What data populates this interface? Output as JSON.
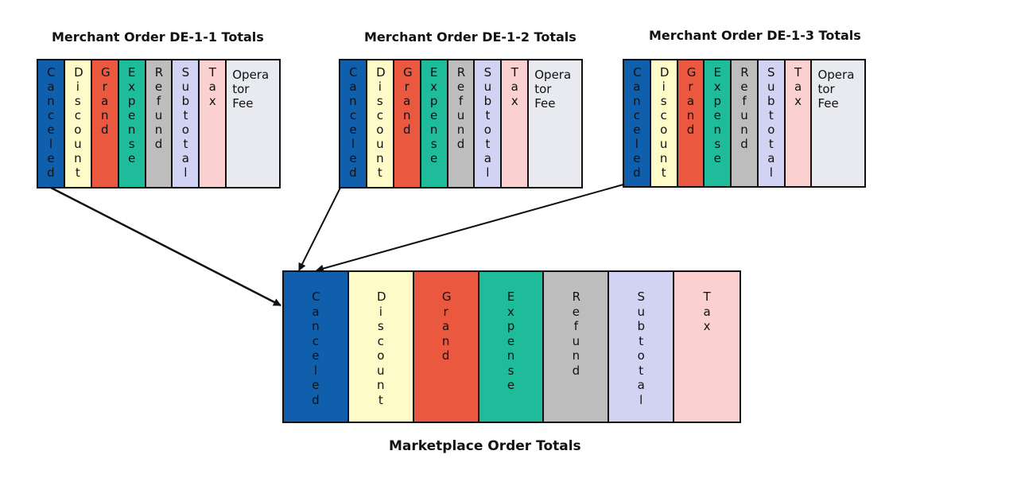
{
  "merchant_groups": [
    {
      "title": "Merchant Order DE-1-1 Totals",
      "columns": [
        "Canceled",
        "Discount",
        "Grand",
        "Expense",
        "Refund",
        "Subtotal",
        "Tax",
        "Operator Fee"
      ],
      "operator_fee_lines": [
        "Opera",
        "tor",
        "Fee"
      ]
    },
    {
      "title": "Merchant Order DE-1-2 Totals",
      "columns": [
        "Canceled",
        "Discount",
        "Grand",
        "Expense",
        "Refund",
        "Subtotal",
        "Tax",
        "Operator Fee"
      ],
      "operator_fee_lines": [
        "Opera",
        "tor",
        "Fee"
      ]
    },
    {
      "title": "Merchant Order DE-1-3 Totals",
      "columns": [
        "Canceled",
        "Discount",
        "Grand",
        "Expense",
        "Refund",
        "Subtotal",
        "Tax",
        "Operator Fee"
      ],
      "operator_fee_lines": [
        "Opera",
        "tor",
        "Fee"
      ]
    }
  ],
  "marketplace": {
    "title": "Marketplace Order Totals",
    "columns": [
      "Canceled",
      "Discount",
      "Grand",
      "Expense",
      "Refund",
      "Subtotal",
      "Tax"
    ]
  },
  "colors": {
    "canceled": "#0f5fad",
    "discount": "#fffbc9",
    "grand": "#e9583f",
    "expense": "#1fbc9c",
    "refund": "#bdbdbd",
    "subtotal": "#d2d3f2",
    "tax": "#fbd0d1",
    "operator_fee": "#e8eaef"
  }
}
